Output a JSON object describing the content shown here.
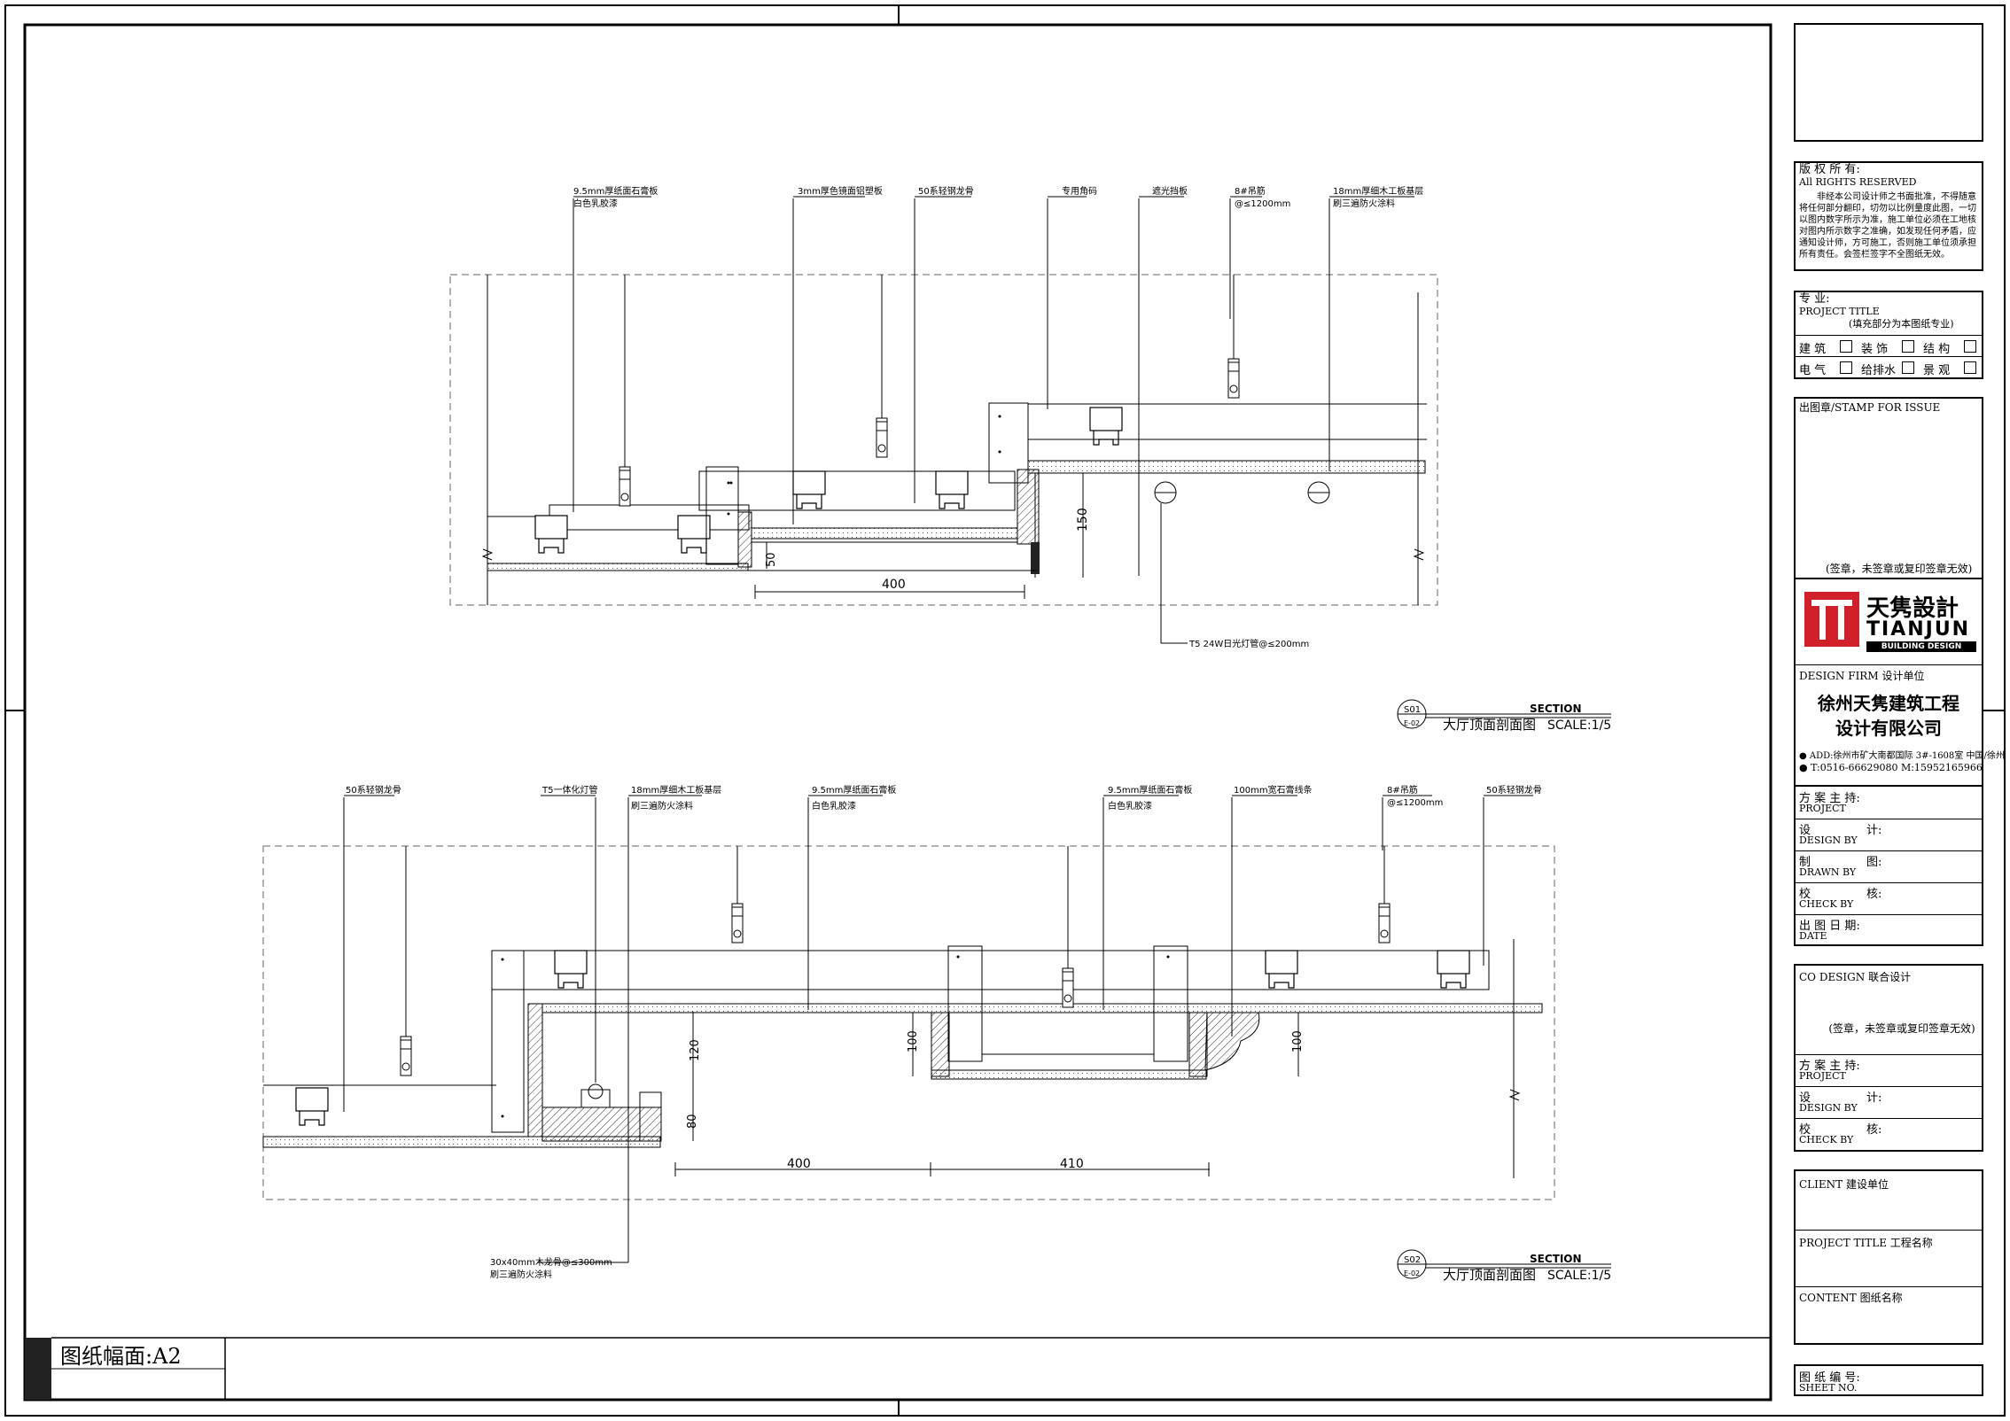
{
  "sheet_size_label": "图纸幅面:A2",
  "section1": {
    "callouts": [
      "9.5mm厚纸面石膏板",
      "白色乳胶漆",
      "3mm厚色镜面铝塑板",
      "50系轻钢龙骨",
      "专用角码",
      "遮光挡板",
      "8#吊筋",
      "@≤1200mm",
      "18mm厚细木工板基层",
      "刷三遍防火涂料"
    ],
    "lamp_note": "T5 24W日光灯管@≤200mm",
    "dims": [
      "50",
      "400",
      "150"
    ],
    "tag_num": "S01",
    "tag_sheet": "E-02",
    "title_en": "SECTION",
    "title_cn": "大厅顶面剖面图",
    "scale": "SCALE:1/5"
  },
  "section2": {
    "callouts": [
      "50系轻钢龙骨",
      "T5一体化灯管",
      "18mm厚细木工板基层",
      "刷三遍防火涂料",
      "9.5mm厚纸面石膏板",
      "白色乳胶漆",
      "9.5mm厚纸面石膏板",
      "白色乳胶漆",
      "100mm宽石膏线条",
      "8#吊筋",
      "@≤1200mm",
      "50系轻钢龙骨"
    ],
    "wood_note_1": "30x40mm木龙骨@≤300mm",
    "wood_note_2": "刷三遍防火涂料",
    "dims": [
      "120",
      "80",
      "100",
      "100",
      "400",
      "410"
    ],
    "tag_num": "S02",
    "tag_sheet": "E-02",
    "title_en": "SECTION",
    "title_cn": "大厅顶面剖面图",
    "scale": "SCALE:1/5"
  },
  "title_block": {
    "copyright_cn": "版 权 所 有:",
    "copyright_en": "All RIGHTS RESERVED",
    "copyright_body": "非经本公司设计师之书面批准，不得随意将任何部分翻印，切勿以比例量度此图，一切以图内数字所示为准，施工单位必须在工地核对图内所示数字之准确，如发现任何矛盾，应通知设计师，方可施工，否则施工单位须承担所有责任。会签栏签字不全图纸无效。",
    "discipline_cn": "专      业:",
    "discipline_en": "PROJECT TITLE",
    "discipline_note": "(填充部分为本图纸专业)",
    "disciplines": [
      [
        "建 筑",
        "装 饰",
        "结 构"
      ],
      [
        "电 气",
        "给排水",
        "景 观"
      ]
    ],
    "stamp_label": "出图章/STAMP FOR ISSUE",
    "stamp_note": "(签章，未签章或复印签章无效)",
    "logo_cn": "天隽設計",
    "logo_en": "TIANJUN",
    "logo_sub": "BUILDING DESIGN",
    "firm_label": "DESIGN FIRM   设计单位",
    "firm_name_1": "徐州天隽建筑工程",
    "firm_name_2": "设计有限公司",
    "addr": "● ADD:徐州市矿大南都国际 3#-1608室  中国/徐州",
    "tel": "● T:0516-66629080      M:15952165966",
    "roles": [
      {
        "cn": "方 案 主 持:",
        "en": "PROJECT",
        "right": ""
      },
      {
        "cn": "设",
        "en": "DESIGN BY",
        "right": "计:"
      },
      {
        "cn": "制",
        "en": "DRAWN BY",
        "right": "图:"
      },
      {
        "cn": "校",
        "en": "CHECK BY",
        "right": "核:"
      },
      {
        "cn": "出 图 日 期:",
        "en": "DATE",
        "right": ""
      }
    ],
    "codesign_label": "CO DESIGN   联合设计",
    "codesign_note": "(签章，未签章或复印签章无效)",
    "codesign_roles": [
      {
        "cn": "方 案 主 持:",
        "en": "PROJECT",
        "right": ""
      },
      {
        "cn": "设",
        "en": "DESIGN BY",
        "right": "计:"
      },
      {
        "cn": "校",
        "en": "CHECK BY",
        "right": "核:"
      }
    ],
    "client_label": "CLIENT   建设单位",
    "project_label": "PROJECT  TITLE   工程名称",
    "content_label": "CONTENT   图纸名称",
    "sheet_no_cn": "图 纸 编 号:",
    "sheet_no_en": "SHEET NO."
  }
}
